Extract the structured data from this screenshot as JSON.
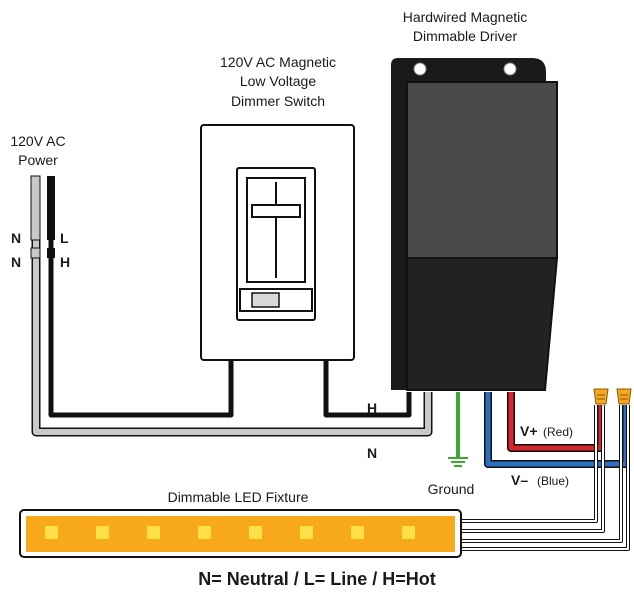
{
  "labels": {
    "driver_title_1": "Hardwired Magnetic",
    "driver_title_2": "Dimmable Driver",
    "dimmer_title_1": "120V AC Magnetic",
    "dimmer_title_2": "Low Voltage",
    "dimmer_title_3": "Dimmer Switch",
    "power_title_1": "120V AC",
    "power_title_2": "Power",
    "neutral_short": "N",
    "line_short": "L",
    "hot_short": "H",
    "ground": "Ground",
    "v_plus": "V+",
    "v_plus_color": "(Red)",
    "v_minus": "V–",
    "v_minus_color": "(Blue)",
    "fixture": "Dimmable LED Fixture",
    "legend": "N= Neutral / L= Line / H=Hot"
  },
  "colors": {
    "neutral_wire": "#c8c8c8",
    "hot_wire": "#111111",
    "ground_wire": "#3aaa35",
    "positive_wire": "#d7272e",
    "negative_wire": "#2f6fbf",
    "driver_body": "#333333",
    "led_strip": "#f7a81b",
    "led_chip": "#fde047",
    "wire_nut": "#f5a623"
  }
}
